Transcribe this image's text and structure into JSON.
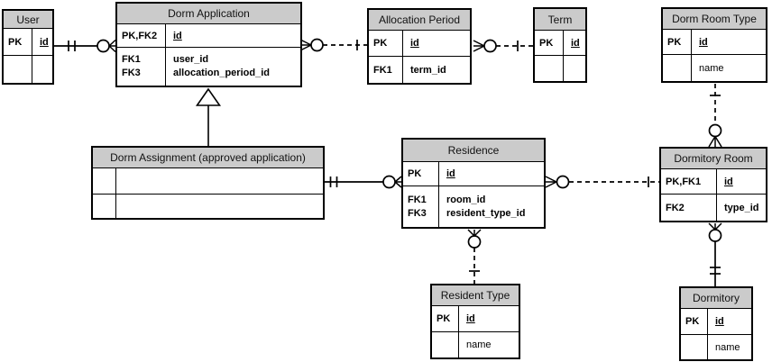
{
  "diagram_type": "entity-relationship-diagram",
  "colors": {
    "header_fill": "#CBCBCB",
    "border": "#000000",
    "background": "#FFFFFF",
    "text": "#000000"
  },
  "entities": {
    "user": {
      "title": "User",
      "row1": {
        "key": "PK",
        "field": "id"
      }
    },
    "dorm_application": {
      "title": "Dorm Application",
      "row1": {
        "key": "PK,FK2",
        "field": "id"
      },
      "fks": [
        {
          "key": "FK1",
          "field": "user_id"
        },
        {
          "key": "FK3",
          "field": "allocation_period_id"
        }
      ]
    },
    "allocation_period": {
      "title": "Allocation Period",
      "row1": {
        "key": "PK",
        "field": "id"
      },
      "fks": [
        {
          "key": "FK1",
          "field": "term_id"
        }
      ]
    },
    "term": {
      "title": "Term",
      "row1": {
        "key": "PK",
        "field": "id"
      }
    },
    "dorm_room_type": {
      "title": "Dorm Room Type",
      "row1": {
        "key": "PK",
        "field": "id"
      },
      "attrs": [
        {
          "key": "",
          "field": "name"
        }
      ]
    },
    "dorm_assignment": {
      "title": "Dorm Assignment (approved application)"
    },
    "residence": {
      "title": "Residence",
      "row1": {
        "key": "PK",
        "field": "id"
      },
      "fks": [
        {
          "key": "FK1",
          "field": "room_id"
        },
        {
          "key": "FK3",
          "field": "resident_type_id"
        }
      ]
    },
    "dormitory_room": {
      "title": "Dormitory Room",
      "row1": {
        "key": "PK,FK1",
        "field": "id"
      },
      "fks": [
        {
          "key": "FK2",
          "field": "type_id"
        }
      ]
    },
    "resident_type": {
      "title": "Resident Type",
      "row1": {
        "key": "PK",
        "field": "id"
      },
      "attrs": [
        {
          "key": "",
          "field": "name"
        }
      ]
    },
    "dormitory": {
      "title": "Dormitory",
      "row1": {
        "key": "PK",
        "field": "id"
      },
      "attrs": [
        {
          "key": "",
          "field": "name"
        }
      ]
    }
  },
  "relationships": [
    {
      "from": "User",
      "to": "Dorm Application",
      "from_cardinality": "one and only one",
      "to_cardinality": "zero or many",
      "line": "solid"
    },
    {
      "from": "Dorm Application",
      "to": "Allocation Period",
      "from_cardinality": "zero or many",
      "to_cardinality": "one",
      "line": "dashed"
    },
    {
      "from": "Allocation Period",
      "to": "Term",
      "from_cardinality": "zero or many",
      "to_cardinality": "one",
      "line": "dashed"
    },
    {
      "from": "Dorm Room Type",
      "to": "Dormitory Room",
      "from_cardinality": "one",
      "to_cardinality": "zero or many",
      "line": "dashed"
    },
    {
      "from": "Dorm Assignment (approved application)",
      "to": "Dorm Application",
      "type": "inheritance (subtype)",
      "line": "solid"
    },
    {
      "from": "Dorm Assignment (approved application)",
      "to": "Residence",
      "from_cardinality": "one and only one",
      "to_cardinality": "zero or many",
      "line": "solid"
    },
    {
      "from": "Residence",
      "to": "Dormitory Room",
      "from_cardinality": "zero or many",
      "to_cardinality": "one",
      "line": "dashed"
    },
    {
      "from": "Residence",
      "to": "Resident Type",
      "from_cardinality": "zero or many",
      "to_cardinality": "one",
      "line": "dashed"
    },
    {
      "from": "Dormitory Room",
      "to": "Dormitory",
      "from_cardinality": "zero or many",
      "to_cardinality": "one and only one",
      "line": "solid"
    }
  ]
}
